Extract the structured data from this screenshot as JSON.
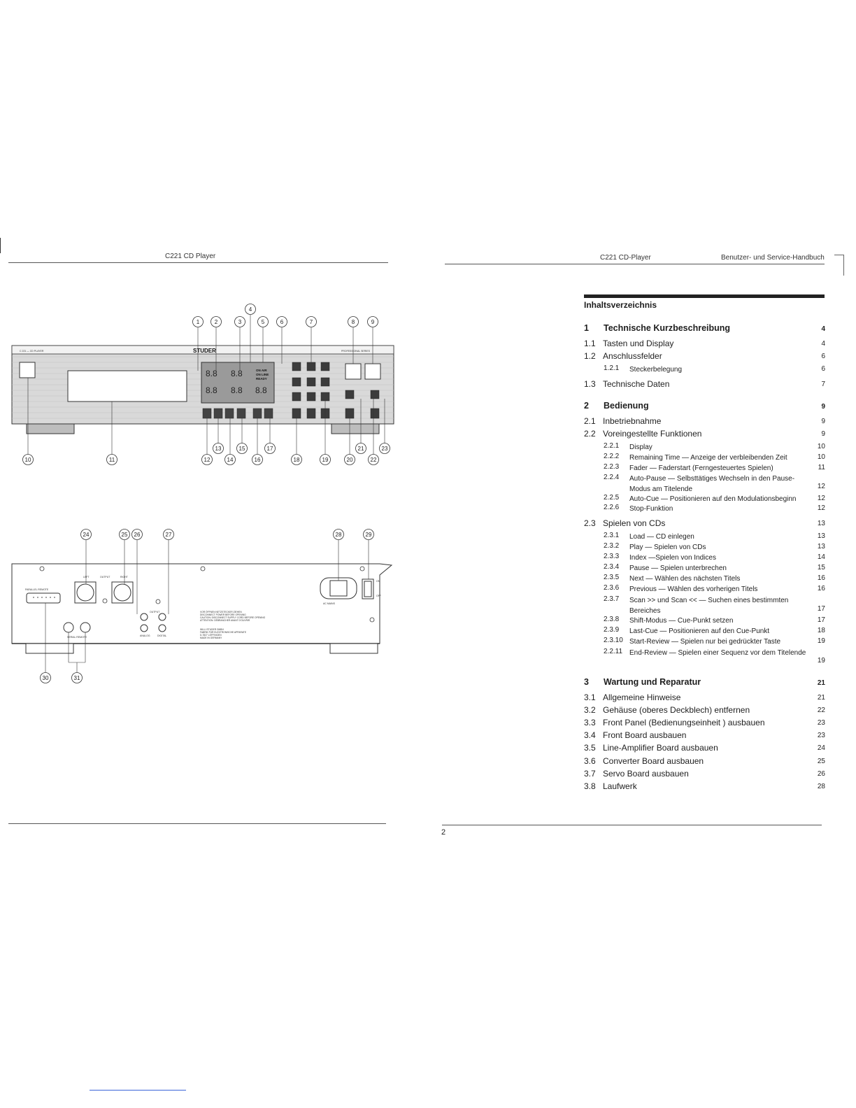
{
  "left_page": {
    "header": "C221 CD Player",
    "front_callouts": [
      "1",
      "2",
      "3",
      "4",
      "5",
      "6",
      "7",
      "8",
      "9",
      "10",
      "11",
      "12",
      "13",
      "14",
      "15",
      "16",
      "17",
      "18",
      "19",
      "20",
      "21",
      "22",
      "23"
    ],
    "rear_callouts": [
      "24",
      "25",
      "26",
      "27",
      "28",
      "29",
      "30",
      "31"
    ],
    "front_panel": {
      "model_label": "C 221 — CD PLAYER",
      "brand": "STUDER",
      "series": "PROFESSIONAL SERIES",
      "status_lines": [
        "ON AIR",
        "ON LINE",
        "READY"
      ],
      "display_digits": "8.8"
    },
    "rear_panel": {
      "parallel_remote": "PARALLEL REMOTE",
      "serial_remote": "SERIAL REMOTE",
      "output_left": "LEFT",
      "output_label": "OUTPUT",
      "output_right": "RIGHT",
      "output_small": "OUTPUT",
      "analog": "ANALOG",
      "digital": "DIGITAL",
      "warning_lines": [
        "VOR ÖFFNEN NETZSTECKER ZIEHEN",
        "DISCONNECT POWER BEFORE OPENING",
        "CAUTION: DISCONNECT SUPPLY CORD BEFORE OPENING",
        "ATTENTION: DÉBRANCHER AVANT D'OUVRIR"
      ],
      "maker_lines": [
        "WILLI STUDER GMBH",
        "FABRIK FÜR ELEKTRONISCHE APPARATE",
        "D-7827 LÖFFINGEN",
        "MADE IN GERMANY"
      ],
      "ac_mains": "AC MAINS",
      "on_label": "ON",
      "off_label": "OFF"
    }
  },
  "right_page": {
    "header_left": "C221 CD-Player",
    "header_right": "Benutzer- und Service-Handbuch",
    "toc_title": "Inhaltsverzeichnis",
    "page_number": "2",
    "toc": [
      {
        "num": "1",
        "title": "Technische Kurzbeschreibung",
        "page": "4",
        "level": 0
      },
      {
        "num": "1.1",
        "title": "Tasten und Display",
        "page": "4",
        "level": 1
      },
      {
        "num": "1.2",
        "title": "Anschlussfelder",
        "page": "6",
        "level": 1
      },
      {
        "num": "1.2.1",
        "title": "Steckerbelegung",
        "page": "6",
        "level": 2
      },
      {
        "num": "1.3",
        "title": "Technische Daten",
        "page": "7",
        "level": 1
      },
      {
        "num": "2",
        "title": "Bedienung",
        "page": "9",
        "level": 0
      },
      {
        "num": "2.1",
        "title": "Inbetriebnahme",
        "page": "9",
        "level": 1
      },
      {
        "num": "2.2",
        "title": "Voreingestellte Funktionen",
        "page": "9",
        "level": 1
      },
      {
        "num": "2.2.1",
        "title": "Display",
        "page": "10",
        "level": 2
      },
      {
        "num": "2.2.2",
        "title": "Remaining Time — Anzeige der verbleibenden Zeit",
        "page": "10",
        "level": 2
      },
      {
        "num": "2.2.3",
        "title": "Fader — Faderstart (Ferngesteuertes Spielen)",
        "page": "11",
        "level": 2
      },
      {
        "num": "2.2.4",
        "title": "Auto-Pause — Selbsttätiges Wechseln in den Pause-Modus am Titelende",
        "page": "12",
        "level": 2
      },
      {
        "num": "2.2.5",
        "title": "Auto-Cue — Positionieren auf den Modulationsbeginn",
        "page": "12",
        "level": 2
      },
      {
        "num": "2.2.6",
        "title": "Stop-Funktion",
        "page": "12",
        "level": 2
      },
      {
        "num": "2.3",
        "title": "Spielen von CDs",
        "page": "13",
        "level": 1
      },
      {
        "num": "2.3.1",
        "title": "Load — CD einlegen",
        "page": "13",
        "level": 2
      },
      {
        "num": "2.3.2",
        "title": "Play — Spielen von CDs",
        "page": "13",
        "level": 2
      },
      {
        "num": "2.3.3",
        "title": "Index —Spielen von Indices",
        "page": "14",
        "level": 2
      },
      {
        "num": "2.3.4",
        "title": "Pause — Spielen unterbrechen",
        "page": "15",
        "level": 2
      },
      {
        "num": "2.3.5",
        "title": "Next — Wählen des nächsten Titels",
        "page": "16",
        "level": 2
      },
      {
        "num": "2.3.6",
        "title": "Previous — Wählen des vorherigen Titels",
        "page": "16",
        "level": 2
      },
      {
        "num": "2.3.7",
        "title": "Scan >> und Scan << — Suchen eines bestimmten Bereiches",
        "page": "17",
        "level": 2
      },
      {
        "num": "2.3.8",
        "title": "Shift-Modus — Cue-Punkt setzen",
        "page": "17",
        "level": 2
      },
      {
        "num": "2.3.9",
        "title": "Last-Cue — Positionieren auf den Cue-Punkt",
        "page": "18",
        "level": 2
      },
      {
        "num": "2.3.10",
        "title": "Start-Review — Spielen nur bei gedrückter Taste",
        "page": "19",
        "level": 2
      },
      {
        "num": "2.2.11",
        "title": "End-Review — Spielen einer Sequenz vor dem Titelende",
        "page": "19",
        "level": 2
      },
      {
        "num": "3",
        "title": "Wartung und Reparatur",
        "page": "21",
        "level": 0
      },
      {
        "num": "3.1",
        "title": "Allgemeine Hinweise",
        "page": "21",
        "level": 1
      },
      {
        "num": "3.2",
        "title": "Gehäuse (oberes Deckblech) entfernen",
        "page": "22",
        "level": 1
      },
      {
        "num": "3.3",
        "title": "Front Panel (Bedienungseinheit ) ausbauen",
        "page": "23",
        "level": 1
      },
      {
        "num": "3.4",
        "title": "Front Board ausbauen",
        "page": "23",
        "level": 1
      },
      {
        "num": "3.5",
        "title": "Line-Amplifier Board ausbauen",
        "page": "24",
        "level": 1
      },
      {
        "num": "3.6",
        "title": "Converter Board ausbauen",
        "page": "25",
        "level": 1
      },
      {
        "num": "3.7",
        "title": "Servo Board ausbauen",
        "page": "26",
        "level": 1
      },
      {
        "num": "3.8",
        "title": "Laufwerk",
        "page": "28",
        "level": 1
      }
    ]
  }
}
